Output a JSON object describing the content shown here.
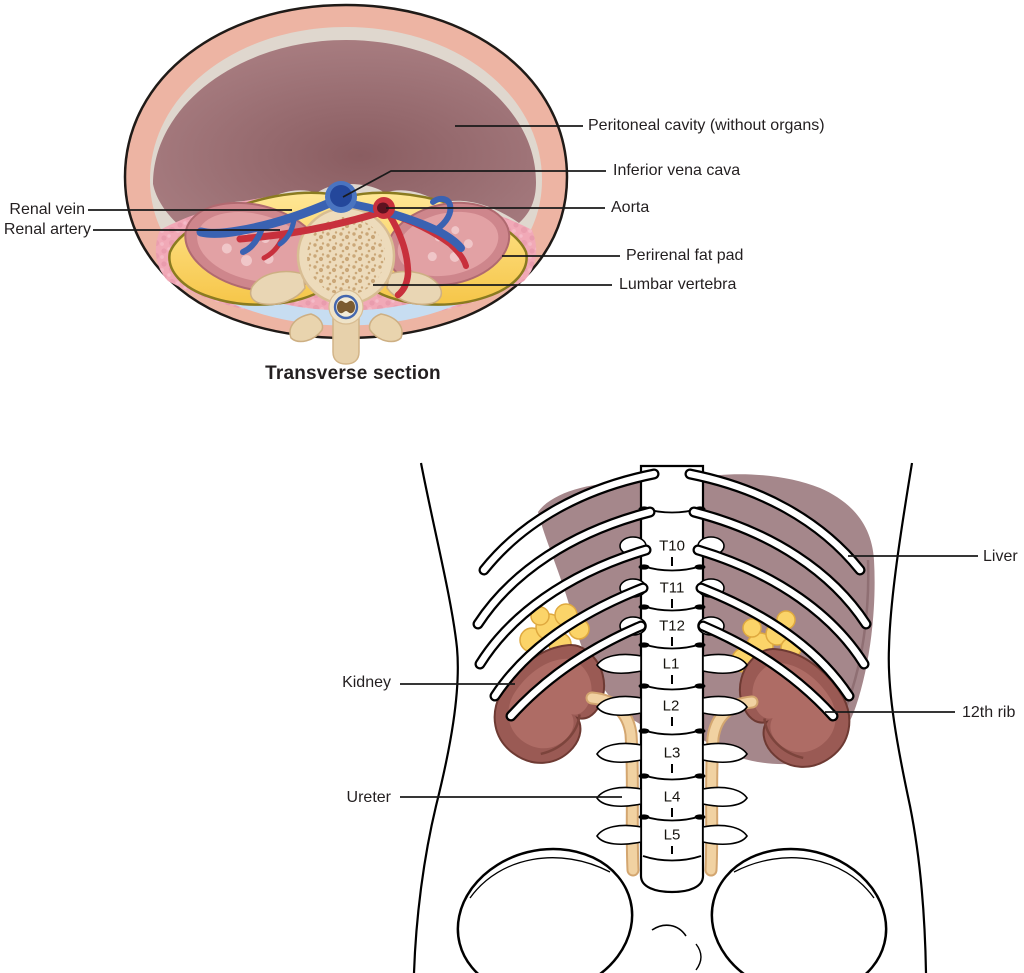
{
  "top_figure": {
    "caption": "Transverse section",
    "labels": {
      "renal_vein": "Renal vein",
      "renal_artery": "Renal artery",
      "peritoneal_cavity": "Peritoneal cavity (without organs)",
      "inferior_vena_cava": "Inferior vena cava",
      "aorta": "Aorta",
      "perirenal_fat_pad": "Perirenal fat pad",
      "lumbar_vertebra": "Lumbar vertebra"
    }
  },
  "bottom_figure": {
    "labels": {
      "liver": "Liver",
      "kidney": "Kidney",
      "twelfth_rib": "12th rib",
      "ureter": "Ureter"
    },
    "vertebrae": [
      "T10",
      "T11",
      "T12",
      "L1",
      "L2",
      "L3",
      "L4",
      "L5"
    ]
  },
  "palette": {
    "body_wall": "#EDB4A3",
    "peritoneal_cavity": "#9E7174",
    "perirenal_fat": "#FBD25F",
    "kidney_section": "#D0868B",
    "kidney_posterior": "#9A5A54",
    "liver": "#A5878B",
    "vein_blue": "#3A62B2",
    "artery_red": "#C8303C",
    "bone_cream": "#EBD9B9",
    "ureter_tan": "#EFCB97",
    "fascia_blue": "#C7DDF1",
    "label_text": "#231F20"
  }
}
